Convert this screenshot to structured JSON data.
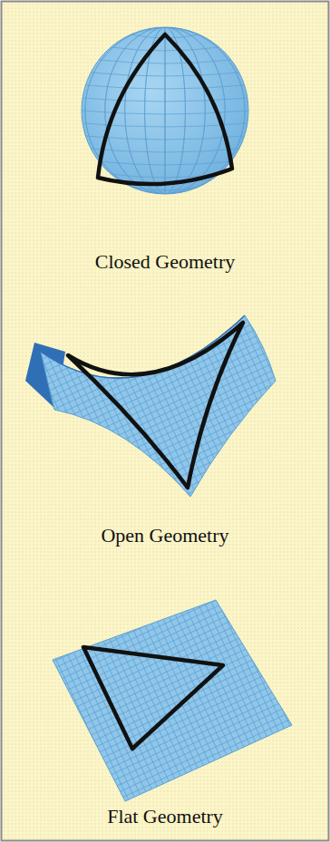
{
  "diagram": {
    "labels": [
      "Closed Geometry",
      "Open Geometry",
      "Flat Geometry"
    ]
  }
}
